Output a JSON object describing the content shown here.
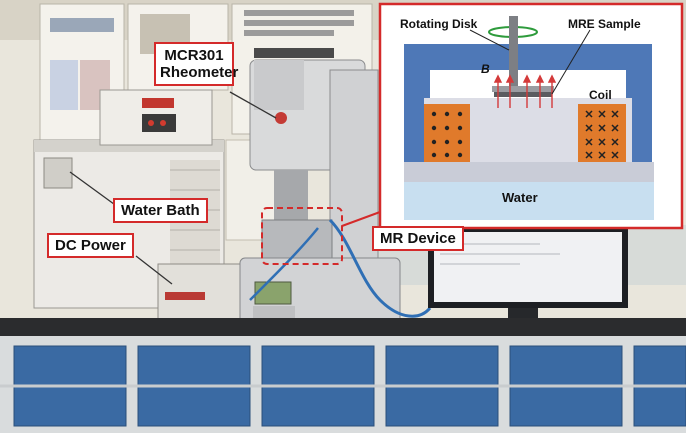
{
  "labels": {
    "rheometer": "MCR301 Rheometer",
    "water_bath": "Water Bath",
    "dc_power": "DC Power",
    "mr_device": "MR Device"
  },
  "inset": {
    "rotating_disk": "Rotating Disk",
    "mre_sample": "MRE Sample",
    "coil": "Coil",
    "water": "Water",
    "field_symbol": "B"
  },
  "colors": {
    "callout_red": "#d42a2a",
    "inset_steel": "#4e78b7",
    "inset_coil": "#e07a2b",
    "inset_water": "#c8dff0",
    "field_arrow": "#d43a3a"
  }
}
